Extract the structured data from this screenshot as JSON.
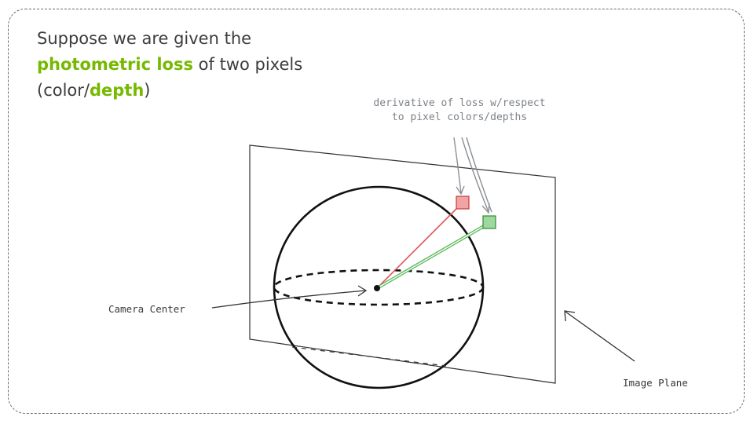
{
  "headline": {
    "line1": "Suppose we are given the",
    "accent1": "photometric loss",
    "line2_rest": " of two pixels",
    "line3_pre": "(color/",
    "accent2": "depth",
    "line3_post": ")"
  },
  "annotations": {
    "derivative_line1": "derivative of loss w/respect",
    "derivative_line2": "to pixel colors/depths",
    "camera_center": "Camera Center",
    "image_plane": "Image Plane"
  },
  "colors": {
    "accent": "#76b900",
    "red_pixel": "#f2a3a3",
    "green_pixel": "#9fd89f",
    "red_ray": "#e05555",
    "green_ray": "#5cb85c"
  }
}
